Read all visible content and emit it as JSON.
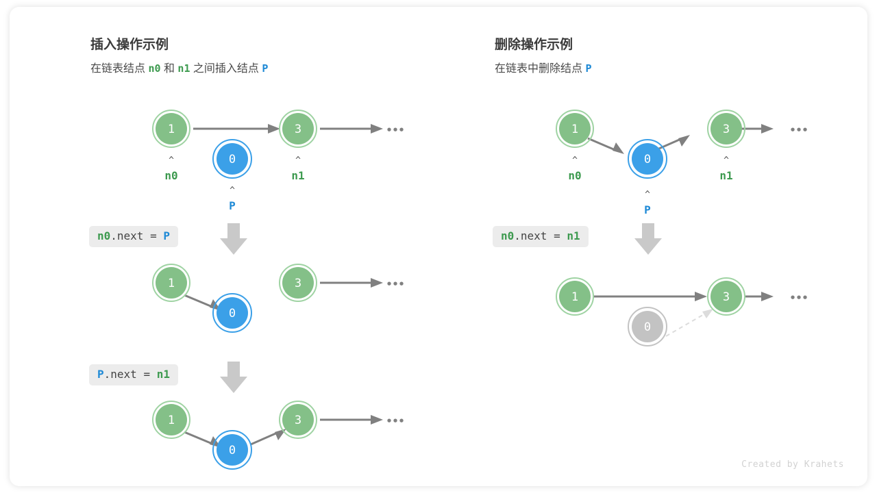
{
  "credit": "Created by Krahets",
  "colors": {
    "green_fill": "#84c088",
    "green_ring": "#9fd3a3",
    "green_text": "#3d9a4f",
    "blue_fill": "#3ba0e8",
    "blue_ring": "#3ba0e8",
    "blue_text": "#1f8ad6",
    "gray_node": "#c3c3c3",
    "arrow": "#808080",
    "dashed_arrow": "#dcdcdc",
    "chip_bg": "#ececec",
    "caret": "#555555"
  },
  "panels": [
    {
      "id": "insert",
      "title": "插入操作示例",
      "subtitle_parts": [
        {
          "text": "在链表结点 ",
          "type": "plain"
        },
        {
          "text": "n0",
          "type": "green"
        },
        {
          "text": " 和 ",
          "type": "plain"
        },
        {
          "text": "n1",
          "type": "green"
        },
        {
          "text": " 之间插入结点 ",
          "type": "plain"
        },
        {
          "text": "P",
          "type": "blue"
        }
      ],
      "steps": [
        {
          "code_parts": [
            {
              "text": "n0",
              "type": "green"
            },
            {
              "text": ".next = ",
              "type": "plain"
            },
            {
              "text": "P",
              "type": "blue"
            }
          ]
        },
        {
          "code_parts": [
            {
              "text": "P",
              "type": "blue"
            },
            {
              "text": ".next = ",
              "type": "plain"
            },
            {
              "text": "n1",
              "type": "green"
            }
          ]
        }
      ],
      "rows": [
        {
          "nodes": [
            {
              "value": "1",
              "kind": "green",
              "label": "n0",
              "label_color": "green"
            },
            {
              "value": "0",
              "kind": "blue",
              "label": "P",
              "label_color": "blue"
            },
            {
              "value": "3",
              "kind": "green",
              "label": "n1",
              "label_color": "green"
            }
          ],
          "ellipsis": "•••"
        },
        {
          "nodes": [
            {
              "value": "1",
              "kind": "green"
            },
            {
              "value": "0",
              "kind": "blue"
            },
            {
              "value": "3",
              "kind": "green"
            }
          ],
          "ellipsis": "•••"
        },
        {
          "nodes": [
            {
              "value": "1",
              "kind": "green"
            },
            {
              "value": "0",
              "kind": "blue"
            },
            {
              "value": "3",
              "kind": "green"
            }
          ],
          "ellipsis": "•••"
        }
      ]
    },
    {
      "id": "delete",
      "title": "删除操作示例",
      "subtitle_parts": [
        {
          "text": "在链表中删除结点 ",
          "type": "plain"
        },
        {
          "text": "P",
          "type": "blue"
        }
      ],
      "steps": [
        {
          "code_parts": [
            {
              "text": "n0",
              "type": "green"
            },
            {
              "text": ".next = ",
              "type": "plain"
            },
            {
              "text": "n1",
              "type": "green"
            }
          ]
        }
      ],
      "rows": [
        {
          "nodes": [
            {
              "value": "1",
              "kind": "green",
              "label": "n0",
              "label_color": "green"
            },
            {
              "value": "0",
              "kind": "blue",
              "label": "P",
              "label_color": "blue"
            },
            {
              "value": "3",
              "kind": "green",
              "label": "n1",
              "label_color": "green"
            }
          ],
          "ellipsis": "•••"
        },
        {
          "nodes": [
            {
              "value": "1",
              "kind": "green"
            },
            {
              "value": "0",
              "kind": "gray"
            },
            {
              "value": "3",
              "kind": "green"
            }
          ],
          "ellipsis": "•••"
        }
      ]
    }
  ]
}
